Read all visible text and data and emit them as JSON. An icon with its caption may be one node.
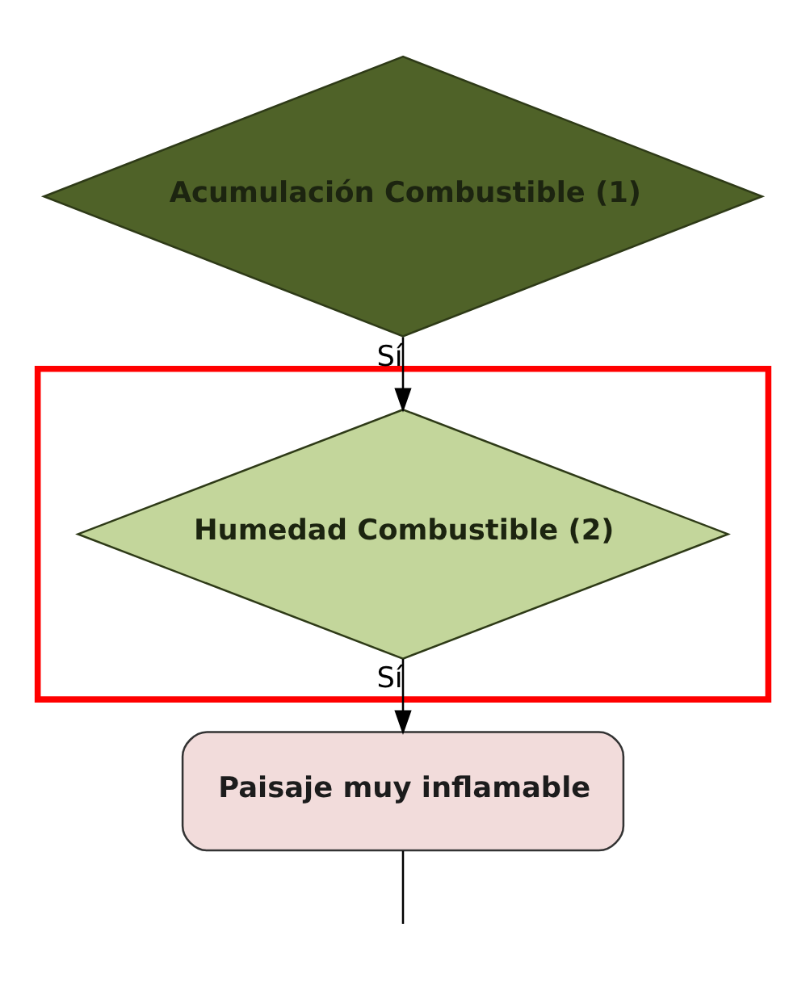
{
  "diagram": {
    "nodes": [
      {
        "text": [
          "Acumulación Combustible (1)"
        ]
      },
      {
        "text": [],
        "shape": "box"
      },
      {
        "text": [
          "Humedad Combustible (2)"
        ],
        "in": 1
      },
      {
        "text": [
          "Paisaje muy inflamable"
        ]
      }
    ],
    "edges": [
      {
        "from": 0,
        "to": 2,
        "arrow": "to",
        "label": "Sí"
      },
      {
        "from": 2,
        "to": 3,
        "arrow": "to",
        "label": "Sí"
      },
      {
        "from": 3,
        "to": null,
        "arrow": "none"
      }
    ]
  }
}
